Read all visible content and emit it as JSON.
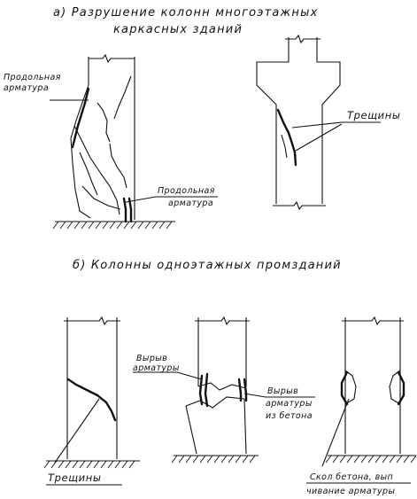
{
  "section_a": {
    "title_line1": "а) Разрушение колонн многоэтажных",
    "title_line2": "каркасных зданий",
    "label_longitudinal_1_line1": "Продольная",
    "label_longitudinal_1_line2": "арматура",
    "label_longitudinal_2_line1": "Продольная",
    "label_longitudinal_2_line2": "арматура",
    "label_cracks": "Трещины"
  },
  "section_b": {
    "title": "б) Колонны одноэтажных промзданий",
    "label_tear_line1": "Вырыв",
    "label_tear_line2": "арматуры",
    "label_pullout_line1": "Вырыв",
    "label_pullout_line2": "арматуры",
    "label_pullout_line3": "из бетона",
    "label_cracks": "Трещины",
    "label_spall_line1": "Скол бетона, вып",
    "label_spall_line2": "чивание арматуры"
  }
}
